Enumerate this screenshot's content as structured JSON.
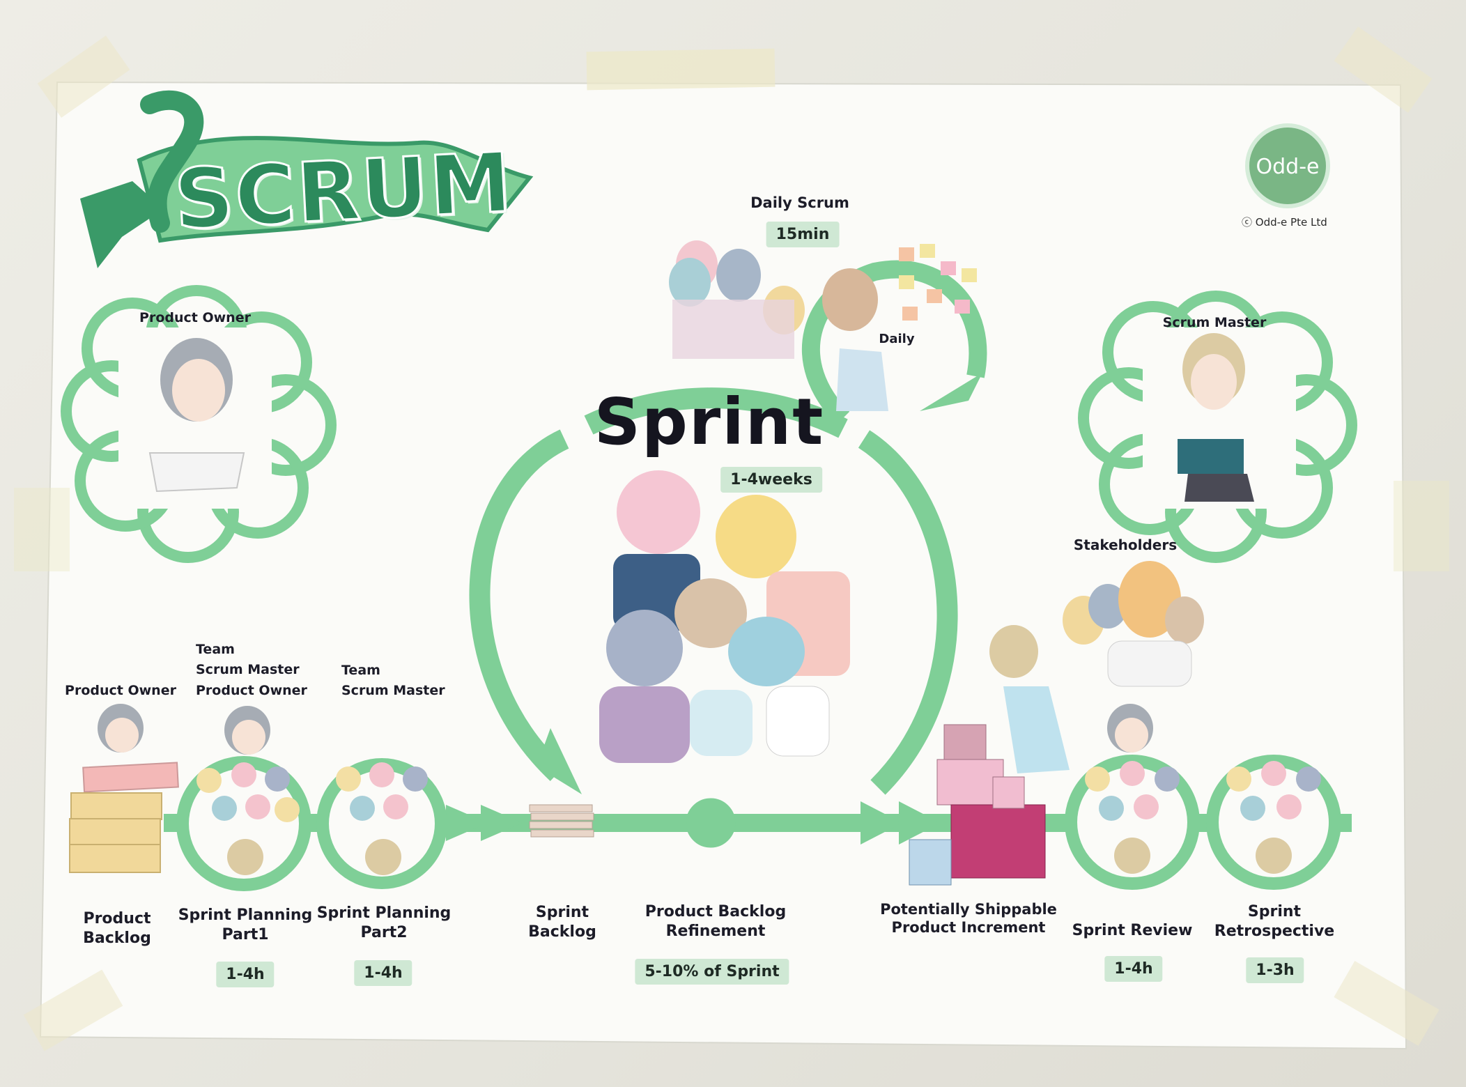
{
  "poster": {
    "title": "SCRUM",
    "brand": {
      "logo_text": "Odd-e",
      "copyright": "Odd-e Pte Ltd"
    },
    "colors": {
      "accent_green": "#7fcf97",
      "dark_green": "#2c8a5c",
      "pill_bg": "#cfe8d4",
      "paper": "#fbfbf8"
    },
    "roles": {
      "product_owner": "Product Owner",
      "scrum_master": "Scrum Master",
      "stakeholders": "Stakeholders"
    },
    "daily_scrum": {
      "title": "Daily Scrum",
      "duration": "15min",
      "board_label": "Daily"
    },
    "sprint": {
      "title": "Sprint",
      "duration": "1-4weeks"
    },
    "flow": {
      "product_backlog": {
        "owner": "Product Owner",
        "label_line1": "Product",
        "label_line2": "Backlog"
      },
      "sprint_planning_1": {
        "attendees": [
          "Team",
          "Scrum Master",
          "Product Owner"
        ],
        "label_line1": "Sprint Planning",
        "label_line2": "Part1",
        "duration": "1-4h"
      },
      "sprint_planning_2": {
        "attendees": [
          "Team",
          "Scrum Master"
        ],
        "label_line1": "Sprint Planning",
        "label_line2": "Part2",
        "duration": "1-4h"
      },
      "sprint_backlog": {
        "label_line1": "Sprint",
        "label_line2": "Backlog"
      },
      "refinement": {
        "label_line1": "Product Backlog",
        "label_line2": "Refinement",
        "duration": "5-10% of Sprint"
      },
      "increment": {
        "label_line1": "Potentially Shippable",
        "label_line2": "Product Increment"
      },
      "sprint_review": {
        "label": "Sprint Review",
        "duration": "1-4h"
      },
      "retrospective": {
        "label_line1": "Sprint",
        "label_line2": "Retrospective",
        "duration": "1-3h"
      }
    }
  }
}
